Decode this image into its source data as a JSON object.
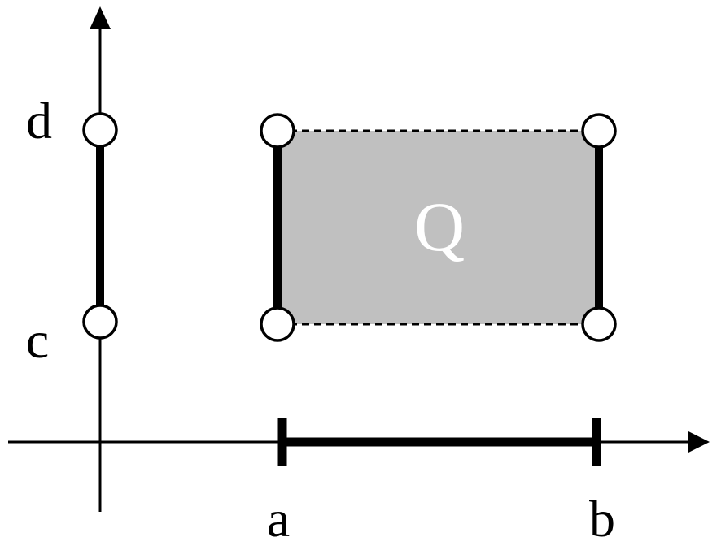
{
  "labels": {
    "x_start": "a",
    "x_end": "b",
    "y_start": "c",
    "y_end": "d",
    "region": "Q"
  },
  "colors": {
    "region_fill": "#c0c0c0",
    "stroke": "#000000",
    "background": "#ffffff",
    "region_label": "#ffffff"
  }
}
